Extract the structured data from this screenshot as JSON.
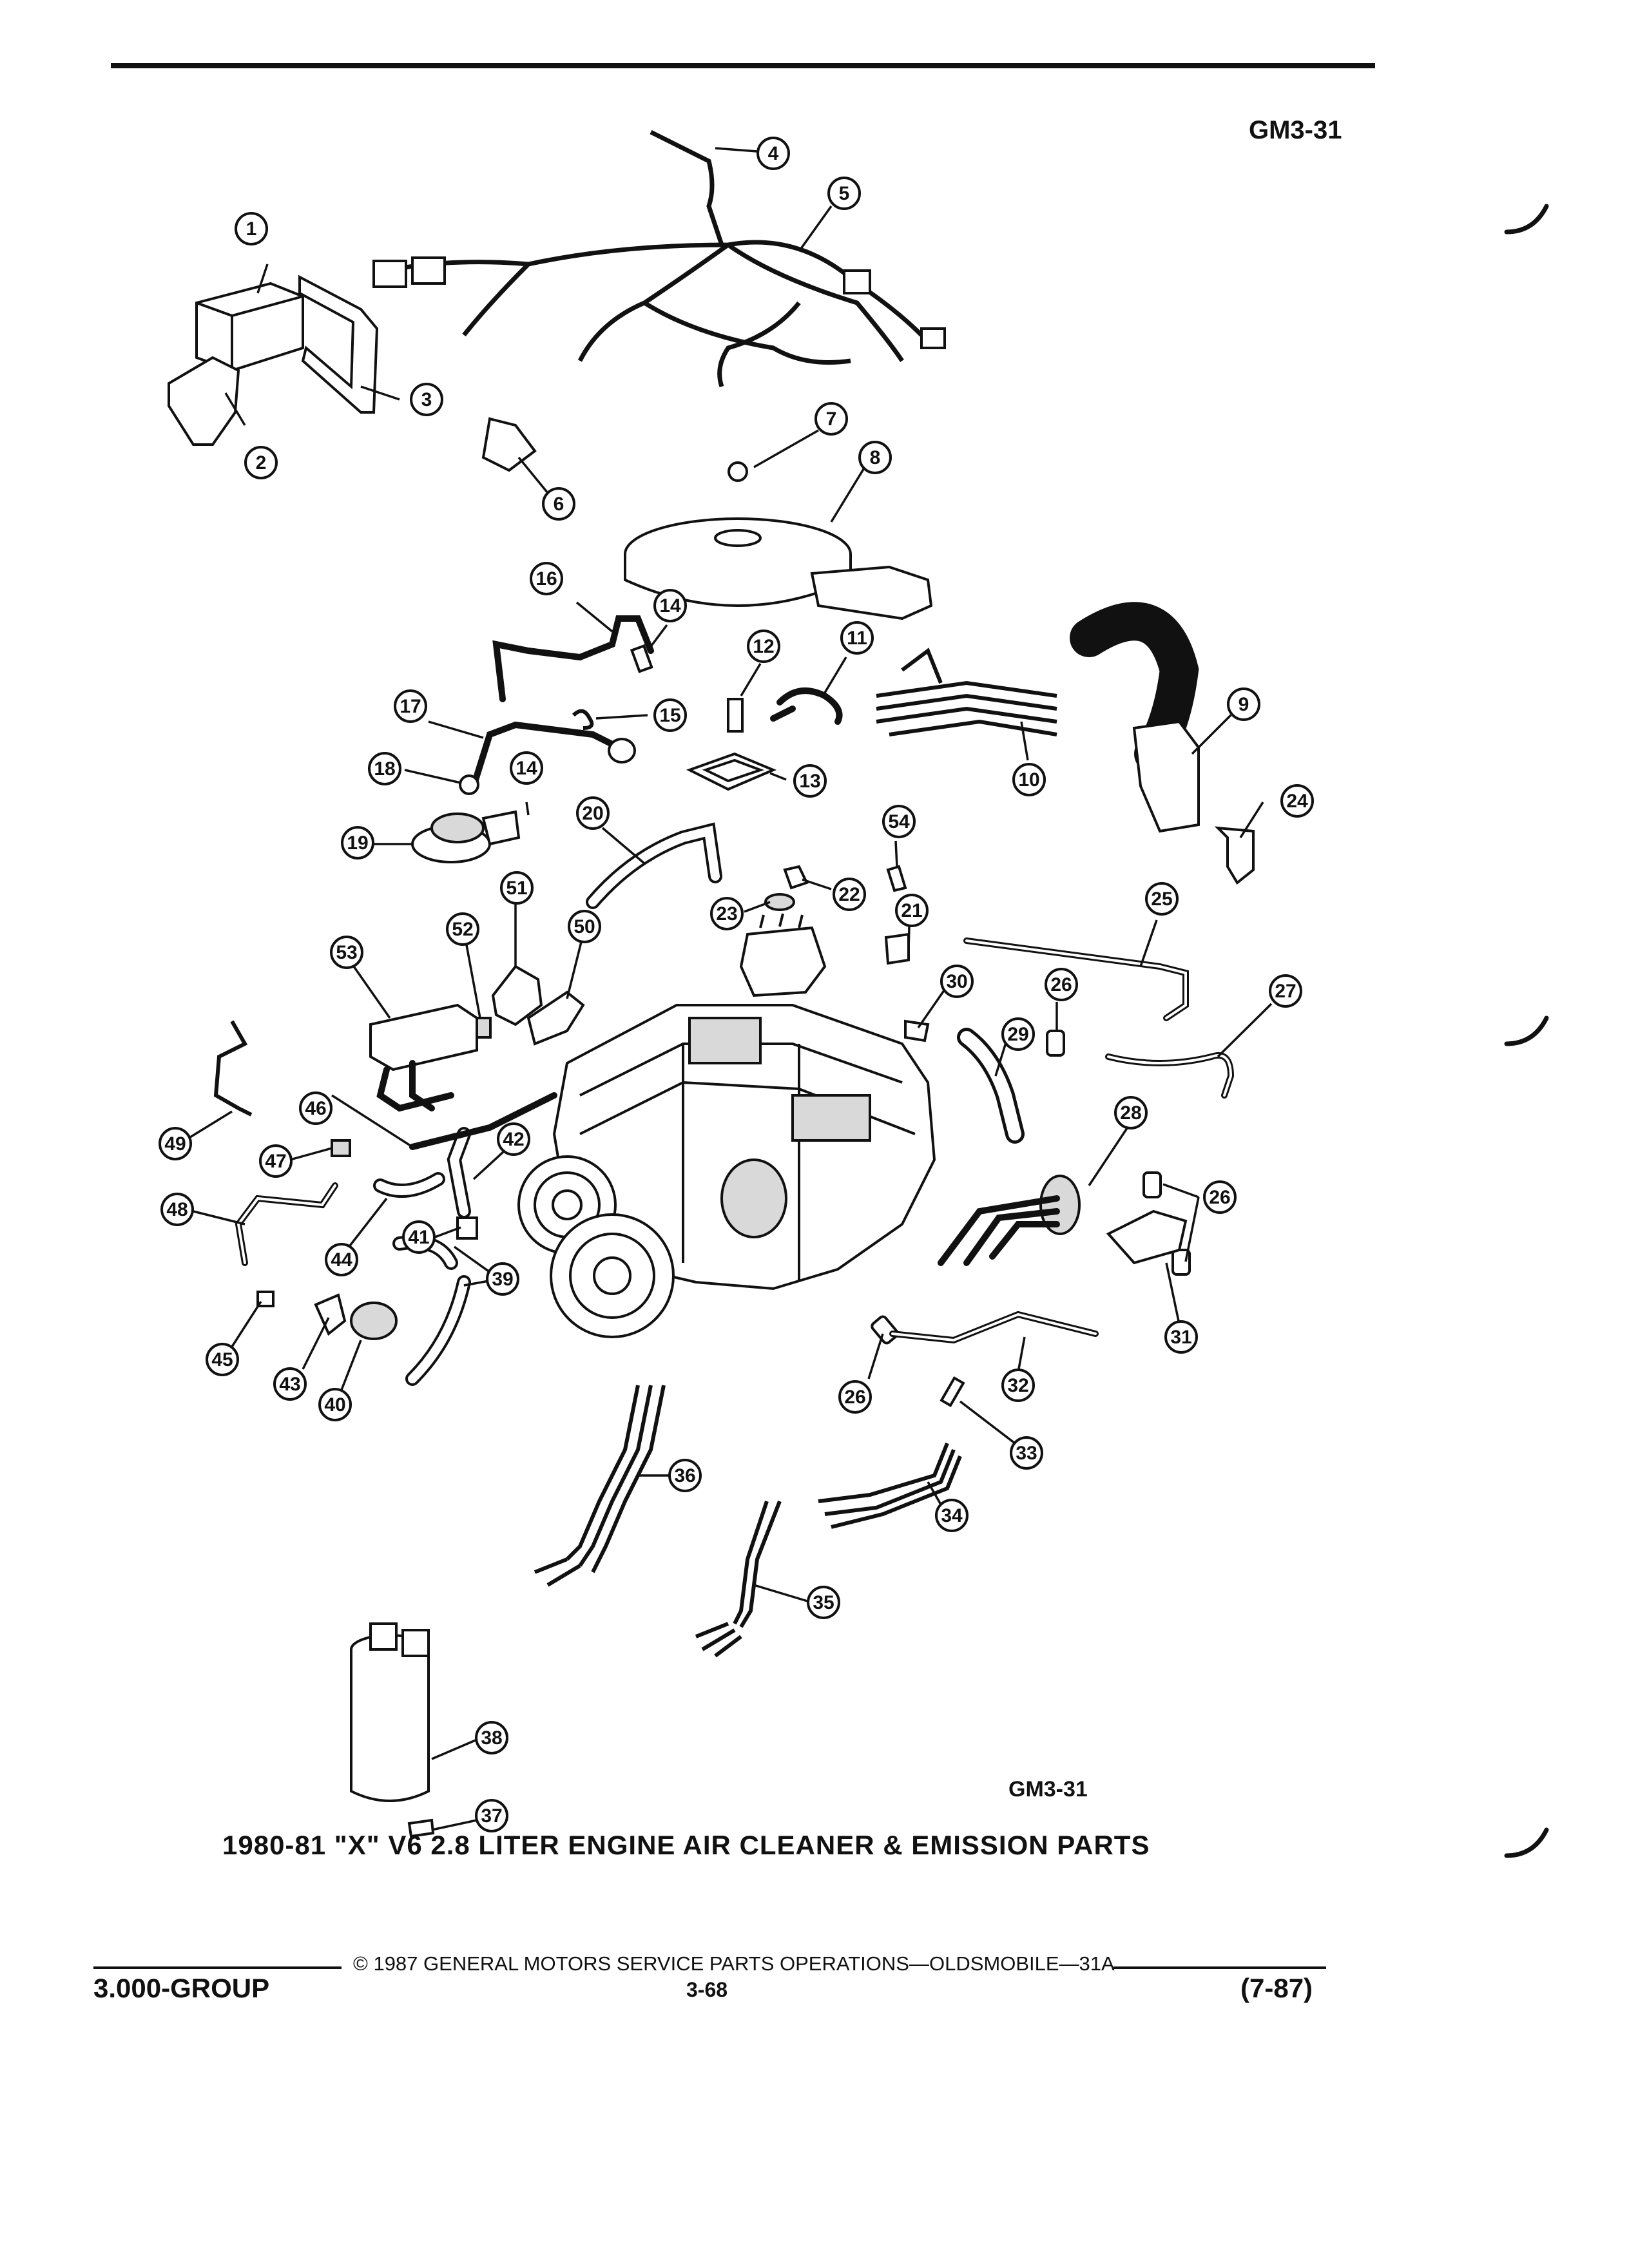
{
  "header": {
    "code": "GM3-31"
  },
  "figure": {
    "code": "GM3-31",
    "caption": "1980-81 \"X\" V6 2.8 LITER ENGINE AIR CLEANER & EMISSION PARTS",
    "callouts": [
      "1",
      "2",
      "3",
      "4",
      "5",
      "6",
      "7",
      "8",
      "9",
      "10",
      "11",
      "12",
      "13",
      "14",
      "14",
      "15",
      "16",
      "17",
      "18",
      "19",
      "20",
      "21",
      "22",
      "23",
      "24",
      "25",
      "26",
      "26",
      "26",
      "26",
      "27",
      "28",
      "29",
      "30",
      "31",
      "32",
      "33",
      "34",
      "35",
      "36",
      "37",
      "38",
      "39",
      "39",
      "40",
      "41",
      "42",
      "43",
      "44",
      "45",
      "46",
      "47",
      "48",
      "49",
      "50",
      "51",
      "52",
      "53",
      "54"
    ]
  },
  "footer": {
    "copyright": "© 1987 GENERAL MOTORS SERVICE PARTS OPERATIONS—OLDSMOBILE—31A",
    "group": "3.000-GROUP",
    "page": "3-68",
    "date": "(7-87)"
  }
}
